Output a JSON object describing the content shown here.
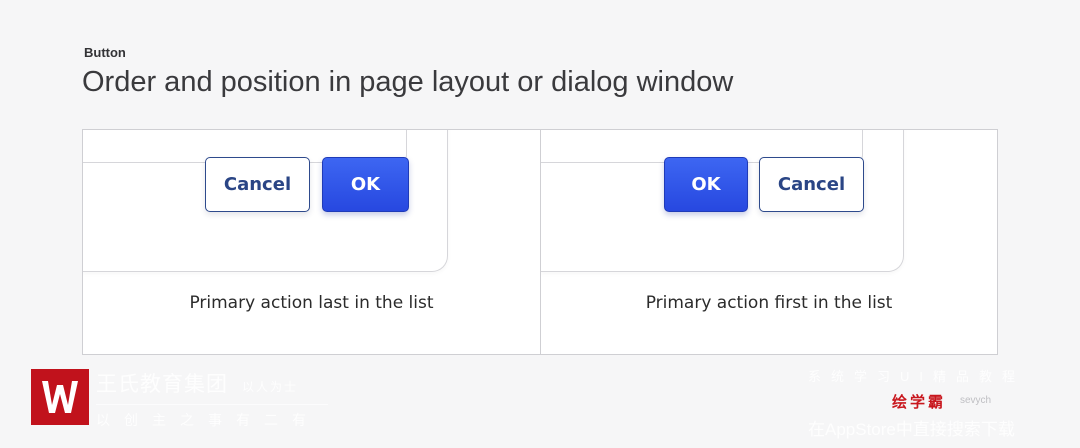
{
  "header": {
    "eyebrow": "Button",
    "title": "Order and position in page layout or dialog window"
  },
  "panels": [
    {
      "buttons": [
        "Cancel",
        "OK"
      ],
      "caption": "Primary action last in the list"
    },
    {
      "buttons": [
        "OK",
        "Cancel"
      ],
      "caption": "Primary action first in the list"
    }
  ],
  "colors": {
    "primary": "#2d52e8",
    "secondary_border": "#2e4a8c",
    "background": "#f6f6f7"
  },
  "watermark": {
    "left_name": "王氏教育集团",
    "left_motto": "以人为士",
    "left_sub": "以创主之事有二有",
    "right_line1": "系统学习UI精品教程",
    "right_brand": "绘学霸",
    "right_handle": "sevych",
    "right_line3": "在AppStore中直接搜索下载"
  }
}
